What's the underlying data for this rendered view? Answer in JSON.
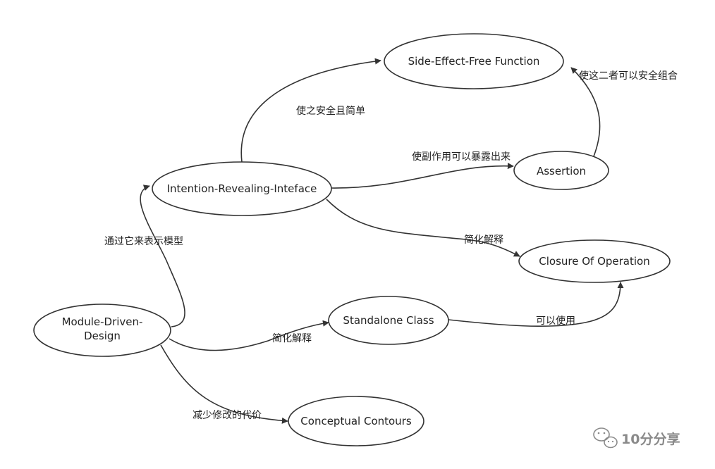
{
  "nodes": {
    "sef": "Side-Effect-Free Function",
    "irf": "Intention-Revealing-Inteface",
    "assertion": "Assertion",
    "closure": "Closure Of Operation",
    "mdd_line1": "Module-Driven-",
    "mdd_line2": "Design",
    "standalone": "Standalone Class",
    "contours": "Conceptual Contours"
  },
  "edges": {
    "irf_to_sef": "使之安全且简单",
    "assertion_to_sef": "使这二者可以安全组合",
    "irf_to_assertion": "使副作用可以暴露出来",
    "irf_to_closure": "简化解释",
    "mdd_to_irf": "通过它来表示模型",
    "mdd_to_standalone": "简化解释",
    "standalone_to_closure": "可以使用",
    "mdd_to_contours": "减少修改的代价"
  },
  "watermark": {
    "text": "10分分享",
    "icon": "wechat-icon"
  },
  "colors": {
    "stroke": "#333333",
    "text": "#222222",
    "watermark": "#8a8a8a"
  }
}
